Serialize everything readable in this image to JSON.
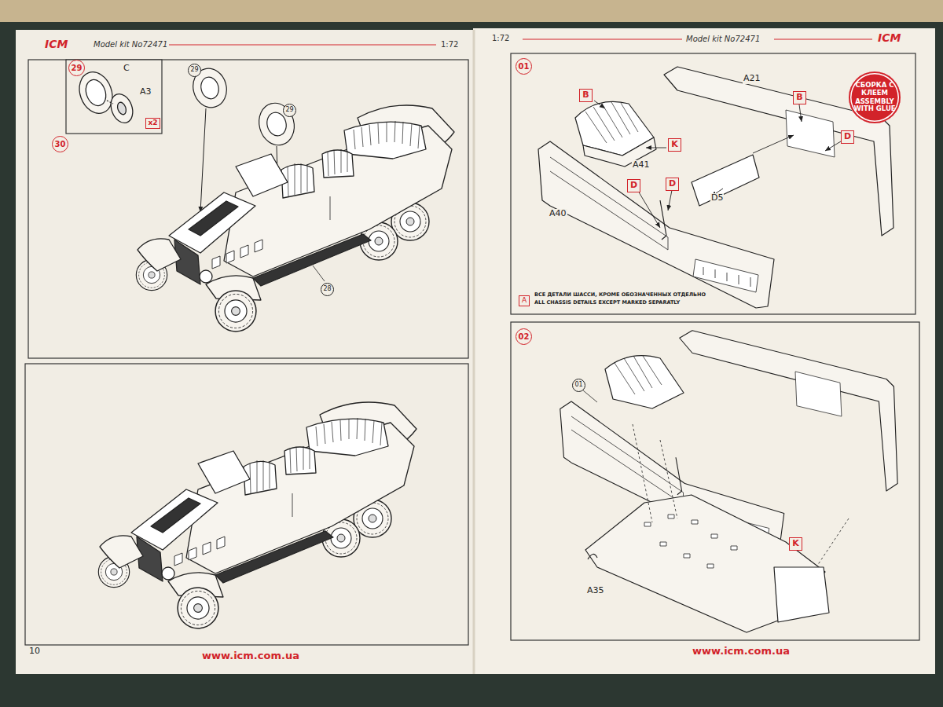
{
  "diagram": {
    "nodes": [
      {
        "text": [
          "29"
        ]
      },
      {
        "text": [
          "x2"
        ]
      },
      {
        "text": [
          "30"
        ]
      },
      {
        "text": [
          "29"
        ]
      },
      {
        "text": [
          "29"
        ]
      },
      {
        "text": [
          "28"
        ]
      },
      {
        "text": [
          "01"
        ]
      },
      {
        "text": [
          "B"
        ]
      },
      {
        "text": [
          "СБОРКА С КЛЕЕМ",
          "ASSEMBLY WITH GLUE"
        ]
      },
      {
        "text": [
          "B"
        ]
      },
      {
        "text": [
          "K"
        ]
      },
      {
        "text": [
          "D"
        ]
      },
      {
        "text": [
          "D"
        ]
      },
      {
        "text": [
          "D"
        ]
      },
      {
        "text": [
          "A"
        ]
      },
      {
        "text": [
          "02"
        ]
      },
      {
        "text": [
          "01"
        ]
      },
      {
        "text": [
          "K"
        ]
      }
    ],
    "labels": [
      "ICM",
      "Model kit No72471",
      "1:72",
      "C",
      "A3",
      "10",
      "www.icm.com.ua",
      "1:72",
      "Model kit No72471",
      "ICM",
      "A21",
      "A41",
      "D5",
      "A40",
      "ВСЕ ДЕТАЛИ ШАССИ, КРОМЕ ОБОЗНАЧЕННЫХ ОТДЕЛЬНО",
      "ALL CHASSIS DETAILS EXCEPT MARKED SEPARATLY",
      "A35",
      "www.icm.com.ua"
    ]
  }
}
